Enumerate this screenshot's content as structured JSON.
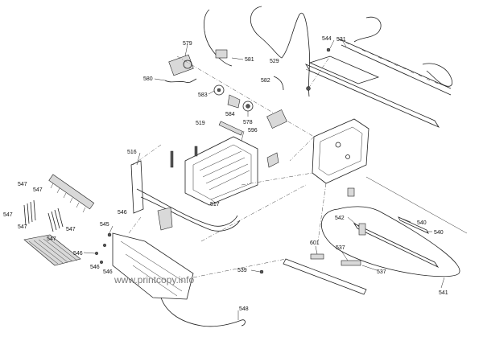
{
  "labels": [
    "579",
    "529",
    "544",
    "531",
    "580",
    "581",
    "582",
    "583",
    "584",
    "578",
    "519",
    "596",
    "516",
    "547",
    "547",
    "547",
    "547",
    "547",
    "547",
    "545",
    "546",
    "546",
    "546",
    "546",
    "517",
    "542",
    "540",
    "540",
    "601",
    "537",
    "537",
    "539",
    "541",
    "548"
  ],
  "watermark": "www.printcopy.info"
}
